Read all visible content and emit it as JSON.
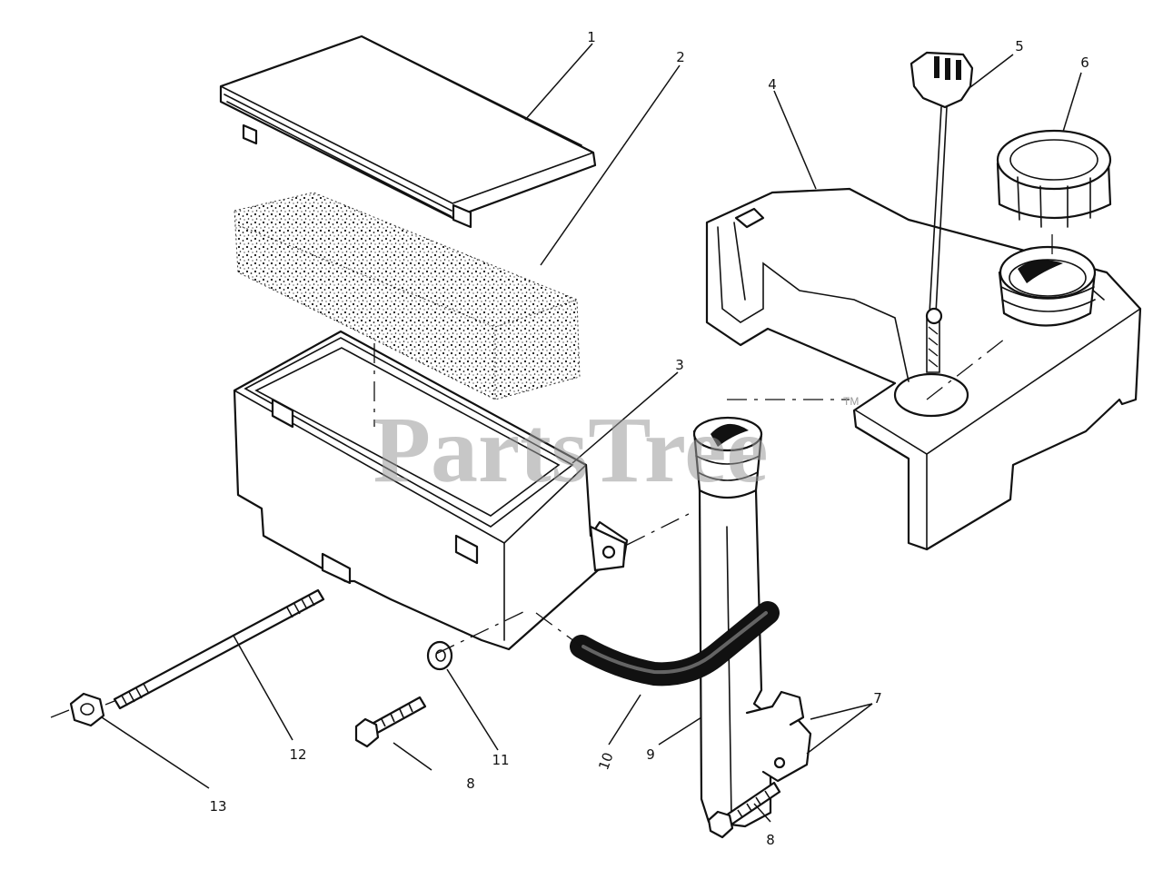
{
  "watermark": {
    "text": "PartsTree",
    "mark": "TM",
    "color": "#9a9a9a"
  },
  "callouts": [
    {
      "id": "1",
      "text": "1"
    },
    {
      "id": "2",
      "text": "2"
    },
    {
      "id": "3",
      "text": "3"
    },
    {
      "id": "4",
      "text": "4"
    },
    {
      "id": "5",
      "text": "5"
    },
    {
      "id": "6",
      "text": "6"
    },
    {
      "id": "7",
      "text": "7"
    },
    {
      "id": "8a",
      "text": "8"
    },
    {
      "id": "8b",
      "text": "8"
    },
    {
      "id": "9",
      "text": "9"
    },
    {
      "id": "10",
      "text": "10"
    },
    {
      "id": "11",
      "text": "11"
    },
    {
      "id": "12",
      "text": "12"
    },
    {
      "id": "13",
      "text": "13"
    }
  ]
}
